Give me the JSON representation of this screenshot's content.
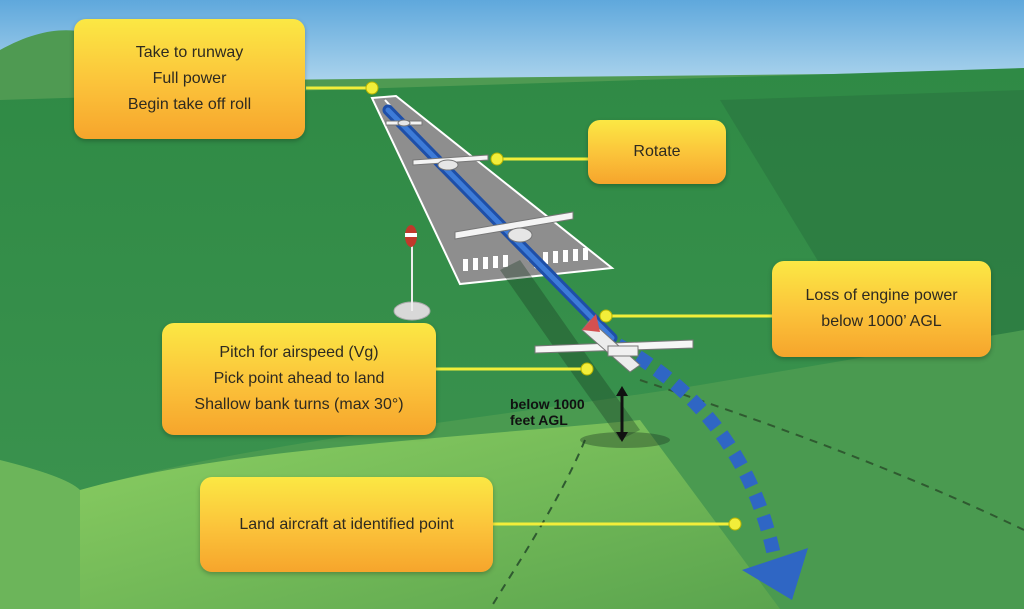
{
  "callouts": {
    "takeoff": {
      "lines": [
        "Take to runway",
        "Full power",
        "Begin take off roll"
      ]
    },
    "rotate": {
      "lines": [
        "Rotate"
      ]
    },
    "engine_loss": {
      "lines": [
        "Loss of engine power",
        "below 1000’ AGL"
      ]
    },
    "pitch": {
      "lines": [
        "Pitch for airspeed (Vg)",
        "Pick point ahead to land",
        "Shallow bank turns (max 30°)"
      ]
    },
    "land": {
      "lines": [
        "Land aircraft  at identified point"
      ]
    }
  },
  "altitude_label": {
    "lines": [
      "below 1000",
      "feet AGL"
    ]
  },
  "colors": {
    "sky": "#8fc6e6",
    "grass_dark": "#2f7a44",
    "grass_mid": "#3e8f4e",
    "grass_light": "#7cc05c",
    "runway": "#8a8a8a",
    "flight_path": "#2f66c4",
    "callout_top": "#fbe844",
    "callout_bottom": "#f6a52c",
    "leader_line": "#f2ee3a"
  }
}
